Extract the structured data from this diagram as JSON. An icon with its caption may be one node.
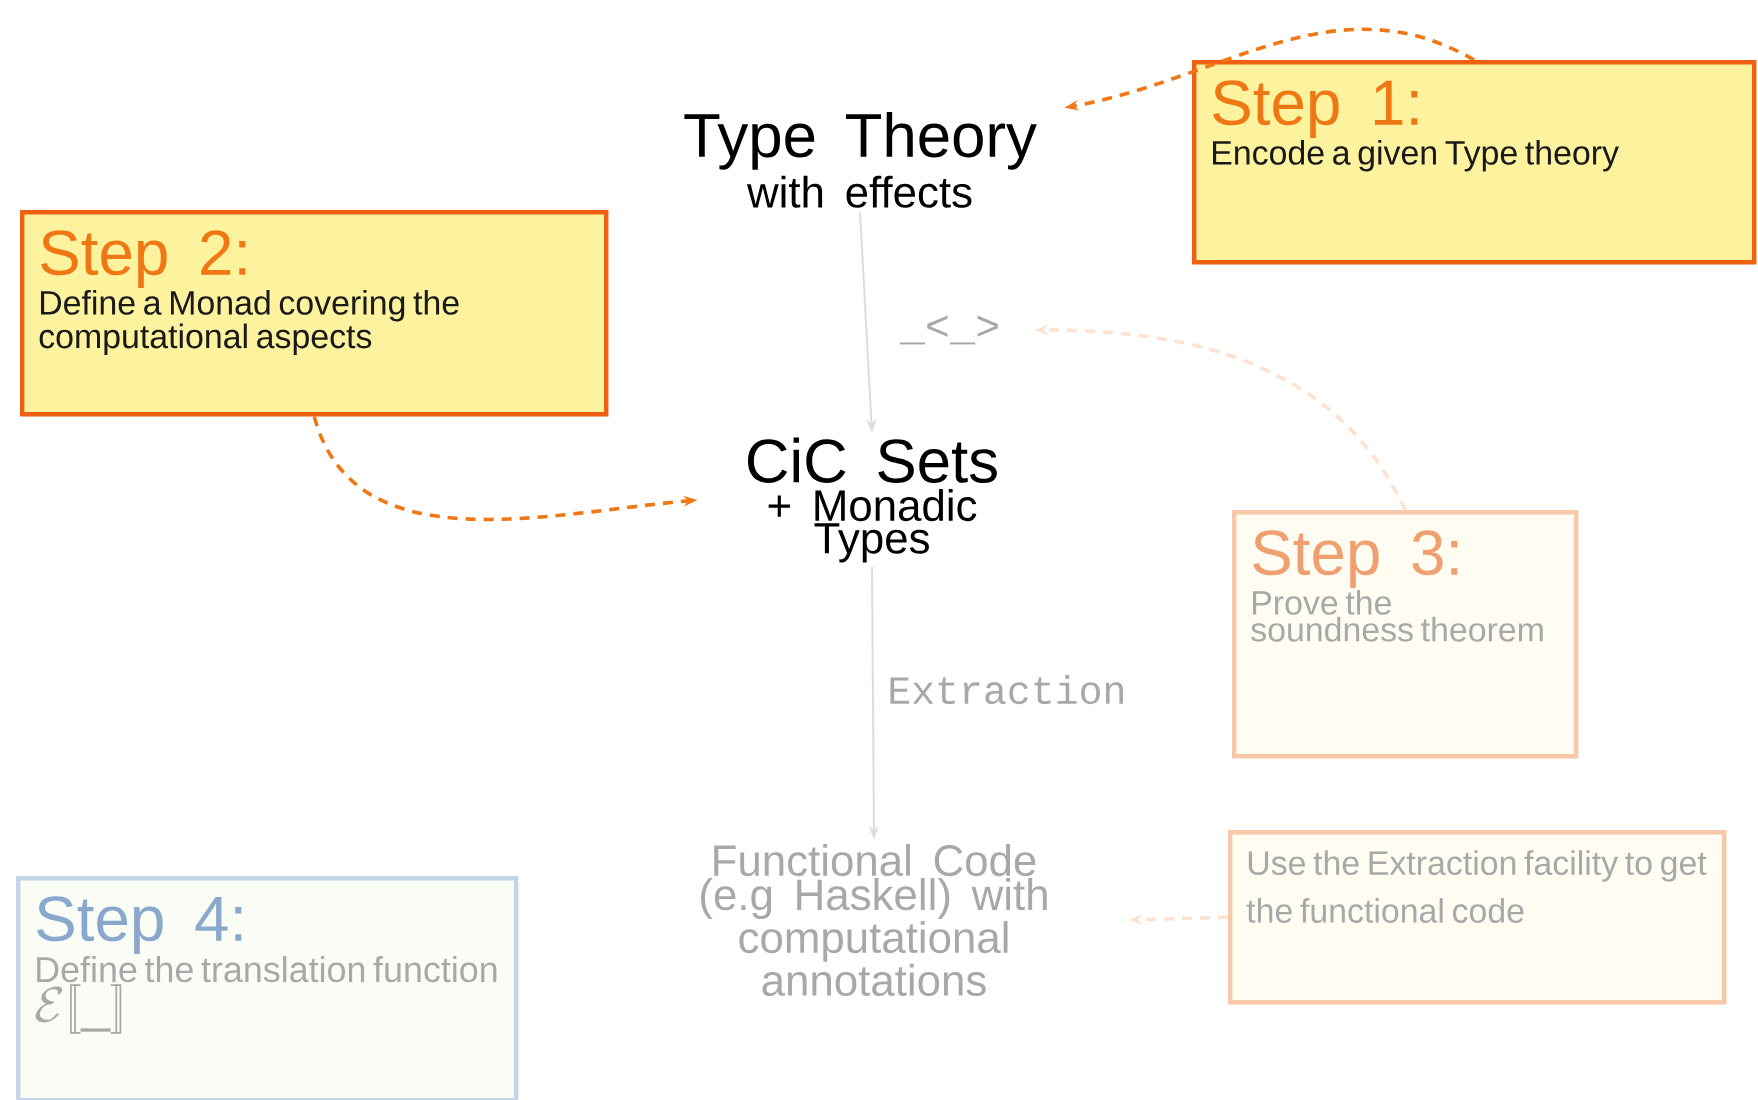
{
  "diagram": {
    "nodes": [
      {
        "text": [
          "Type Theory",
          "with effects"
        ]
      },
      {
        "text": [
          "CiC Sets",
          "+ Monadic Types"
        ]
      },
      {
        "text": [
          "Functional Code (e.g Haskell) with computational annotations"
        ]
      },
      {
        "text": [
          "Step 1:",
          "Encode a given Type theory"
        ]
      },
      {
        "text": [
          "Step 2:",
          "Define a Monad covering the computational aspects"
        ]
      },
      {
        "text": [
          "Step 3:",
          "Prove the soundness theorem"
        ]
      },
      {
        "text": [
          "Use the Extraction facility to get the functional code"
        ]
      },
      {
        "text": [
          "Step 4:",
          "Define the translation function",
          "\\mathcal{E}[\\![\\_]\\!]"
        ]
      },
      {
        "text": [
          "_<_>"
        ]
      }
    ],
    "edges": [
      {
        "from": 0,
        "to": 1,
        "arrow": "to",
        "color": "#dddddd"
      },
      {
        "from": 1,
        "to": 2,
        "arrow": "to",
        "label": "Extraction",
        "color": "#dddddd"
      },
      {
        "from": 3,
        "to": 0,
        "arrow": "to",
        "style": "dashed",
        "color": "#f07814"
      },
      {
        "from": 4,
        "to": 1,
        "arrow": "to",
        "style": "dashed",
        "color": "#f07814"
      },
      {
        "from": 5,
        "to": 8,
        "arrow": "to",
        "style": "dashed",
        "color": "#fde3cf"
      },
      {
        "from": 6,
        "to": 2,
        "arrow": "to",
        "style": "dashed",
        "color": "#fde3cf"
      }
    ]
  }
}
